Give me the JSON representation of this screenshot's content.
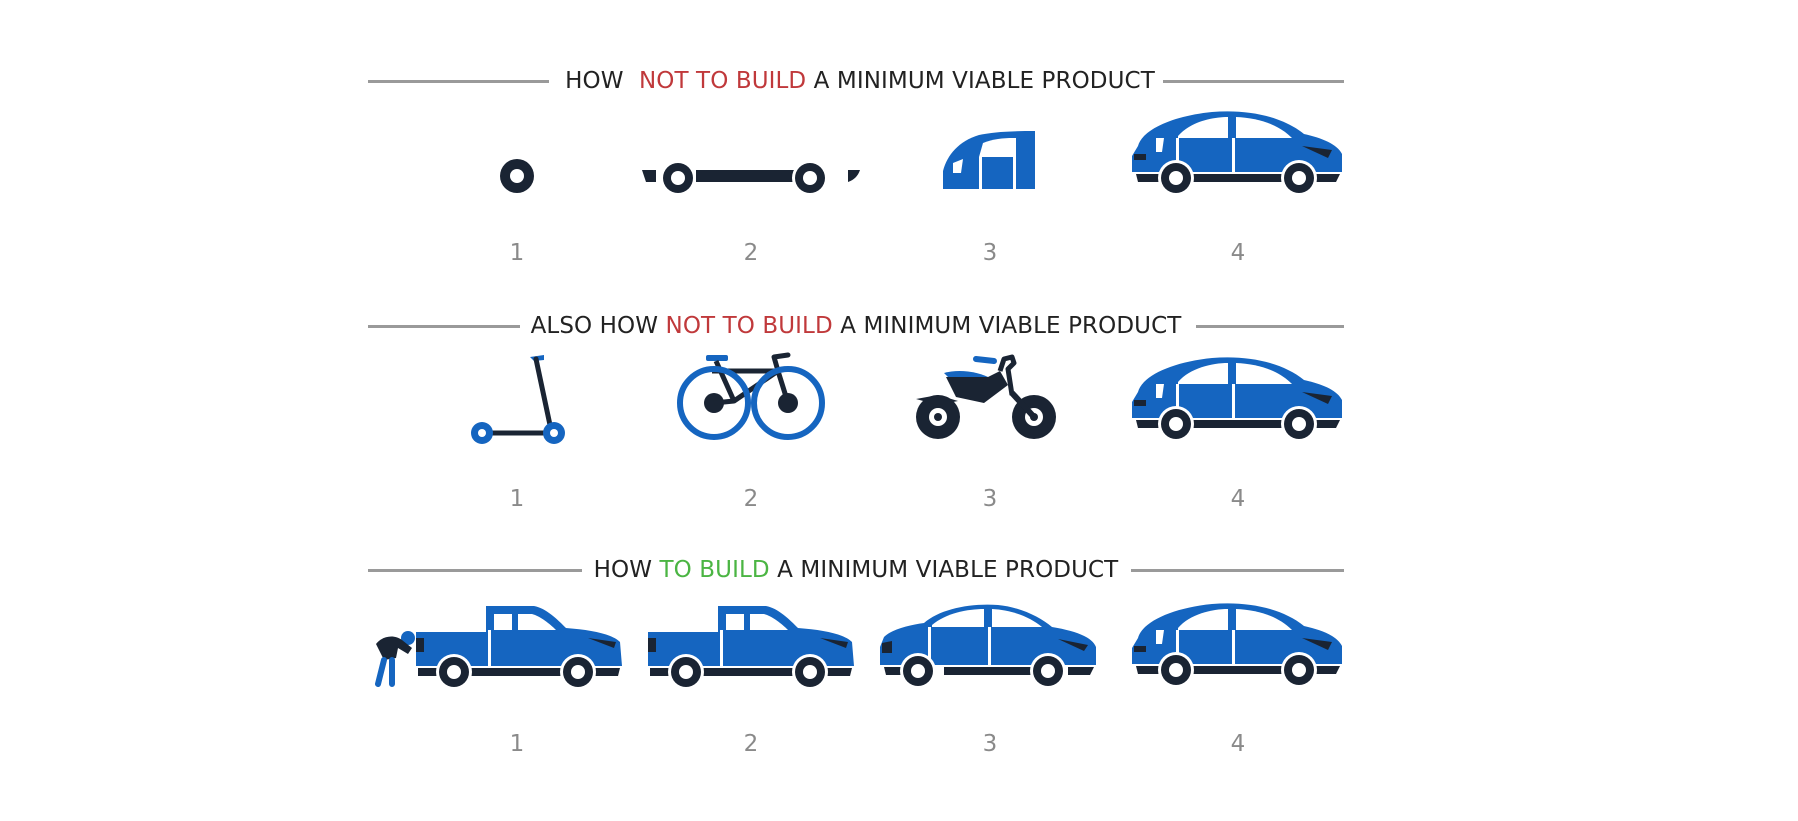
{
  "colors": {
    "blue": "#1565c0",
    "dark": "#1a2433",
    "rule": "#9a9a9a",
    "not_to_build": "#c0393b",
    "to_build": "#4bb543",
    "number": "#8a8a8a"
  },
  "sections": [
    {
      "title_pre": "HOW",
      "title_hl": "NOT TO BUILD",
      "title_post": "A MINIMUM VIABLE PRODUCT",
      "steps": [
        {
          "label": "1",
          "icon": "wheel-icon"
        },
        {
          "label": "2",
          "icon": "chassis-icon"
        },
        {
          "label": "3",
          "icon": "car-body-shell-icon"
        },
        {
          "label": "4",
          "icon": "car-icon"
        }
      ]
    },
    {
      "title_pre": "ALSO HOW",
      "title_hl": "NOT TO BUILD",
      "title_post": "A MINIMUM VIABLE PRODUCT",
      "steps": [
        {
          "label": "1",
          "icon": "scooter-icon"
        },
        {
          "label": "2",
          "icon": "bicycle-icon"
        },
        {
          "label": "3",
          "icon": "motorcycle-icon"
        },
        {
          "label": "4",
          "icon": "car-icon"
        }
      ]
    },
    {
      "title_pre": "HOW",
      "title_hl": "TO BUILD",
      "title_post": "A MINIMUM VIABLE PRODUCT",
      "steps": [
        {
          "label": "1",
          "icon": "pushed-pickup-truck-icon"
        },
        {
          "label": "2",
          "icon": "pickup-truck-icon"
        },
        {
          "label": "3",
          "icon": "sedan-icon"
        },
        {
          "label": "4",
          "icon": "car-icon"
        }
      ]
    }
  ]
}
